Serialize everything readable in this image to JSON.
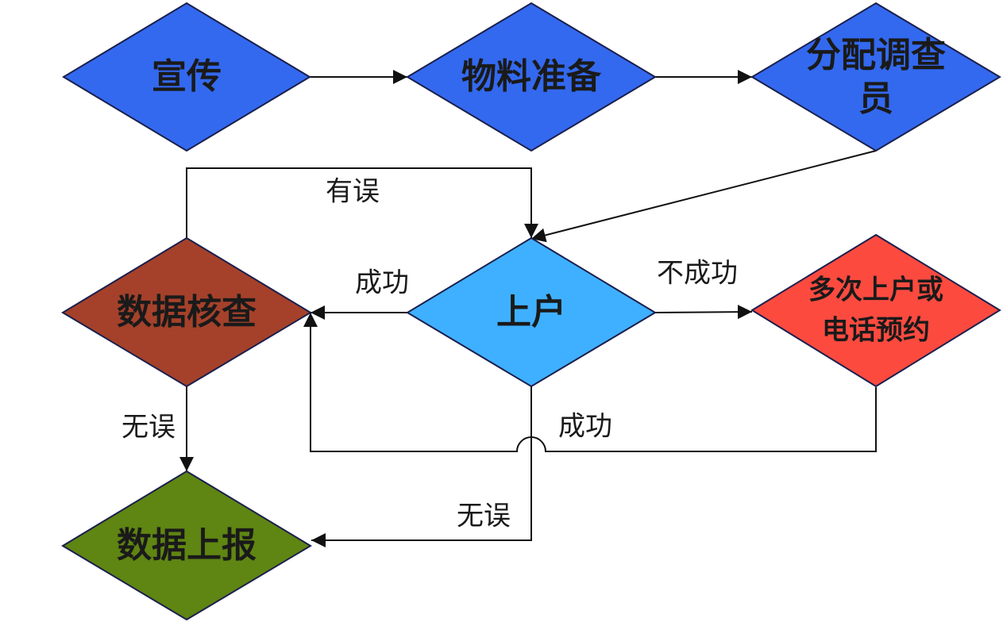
{
  "nodes": {
    "publicity": {
      "label": "宣传",
      "color": "#3369ef"
    },
    "materials": {
      "label": "物料准备",
      "color": "#3369ef"
    },
    "assign": {
      "label_line1": "分配调查",
      "label_line2": "员",
      "color": "#3369ef"
    },
    "visit": {
      "label": "上户",
      "color": "#3fb0ff"
    },
    "check": {
      "label": "数据核查",
      "color": "#a5412a"
    },
    "retry": {
      "label_line1": "多次上户或",
      "label_line2": "电话预约",
      "color": "#fc4a3f"
    },
    "report": {
      "label": "数据上报",
      "color": "#5f8512"
    }
  },
  "edges": {
    "check_to_visit": {
      "label": "有误"
    },
    "visit_to_check": {
      "label": "成功"
    },
    "visit_to_retry": {
      "label": "不成功"
    },
    "retry_to_check": {
      "label": "成功"
    },
    "check_to_report": {
      "label": "无误"
    },
    "visit_to_report": {
      "label": "无误"
    }
  }
}
